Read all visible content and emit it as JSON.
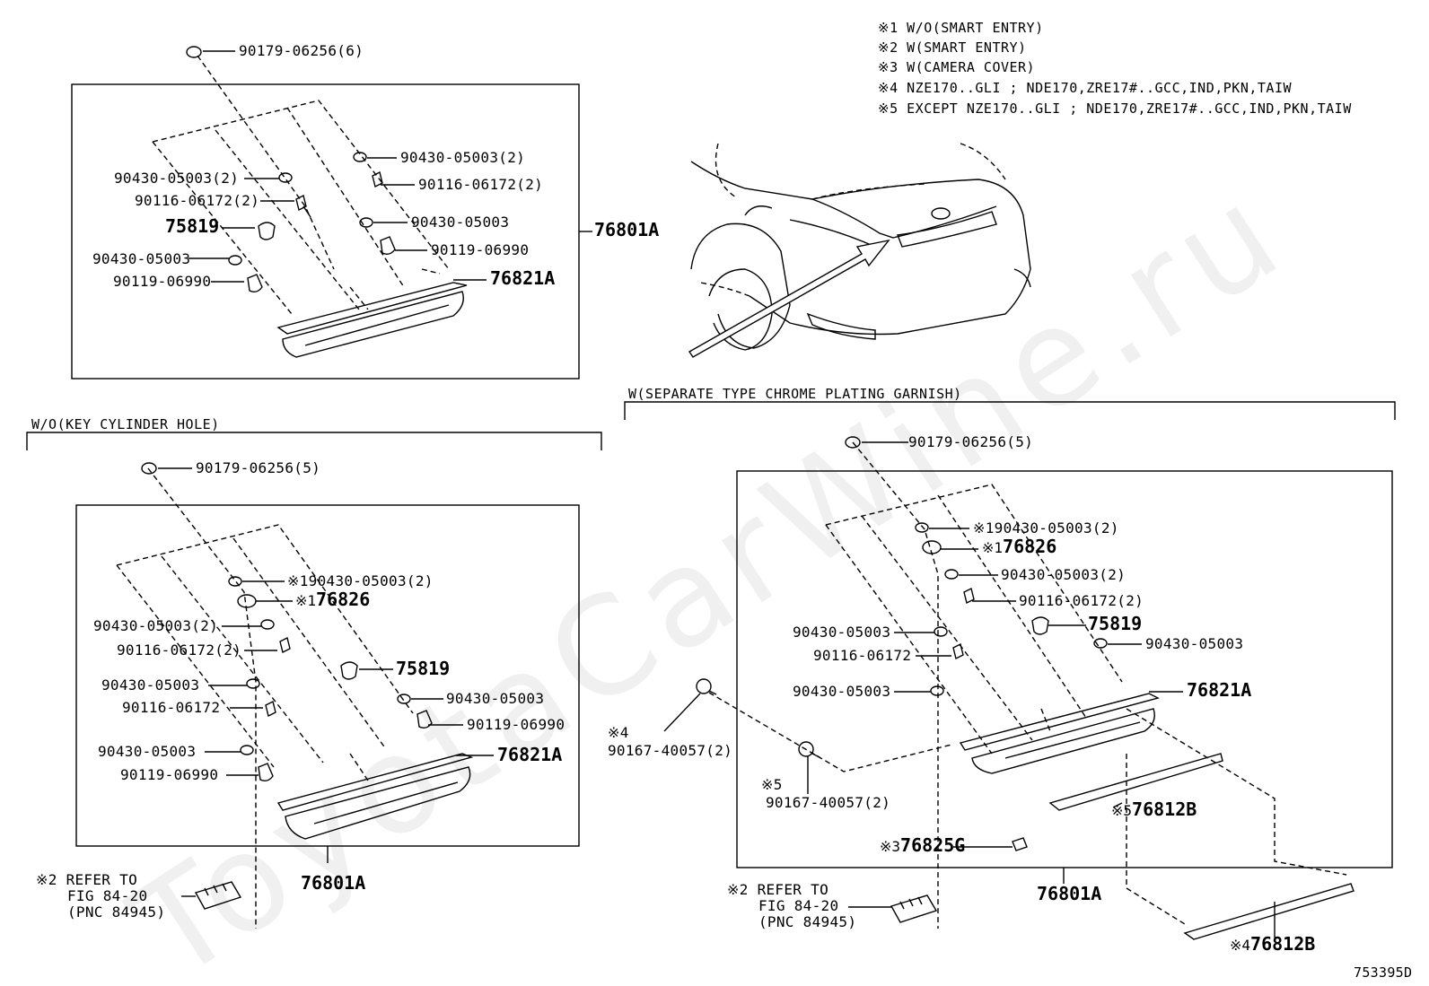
{
  "watermark": "ToyotaCarWine.ru",
  "drawing_id": "753395D",
  "notes": [
    "※1 W/O(SMART ENTRY)",
    "※2 W(SMART ENTRY)",
    "※3 W(CAMERA COVER)",
    "※4  NZE170..GLI ; NDE170,ZRE17#..GCC,IND,PKN,TAIW",
    "※5  EXCEPT NZE170..GLI ; NDE170,ZRE17#..GCC,IND,PKN,TAIW"
  ],
  "sections": {
    "wo_key_cylinder": "W/O(KEY CYLINDER HOLE)",
    "w_separate": "W(SEPARATE TYPE CHROME PLATING GARNISH)"
  },
  "top": {
    "p1": "90179-06256(6)",
    "p2": "90430-05003(2)",
    "p3": "90430-05003(2)",
    "p4": "90116-06172(2)",
    "p5": "90116-06172(2)",
    "p6": "75819",
    "p7": "90430-05003",
    "p8": "90430-05003",
    "p9": "90119-06990",
    "p10": "90119-06990",
    "p11": "76821A",
    "assy": "76801A"
  },
  "left": {
    "p1": "90179-06256(5)",
    "p2_mark": "※1",
    "p2": "90430-05003(2)",
    "p3_mark": "※1",
    "p3": "76826",
    "p4": "90430-05003(2)",
    "p5": "90116-06172(2)",
    "p6": "75819",
    "p7": "90430-05003",
    "p8": "90116-06172",
    "p9": "90430-05003",
    "p10": "90119-06990",
    "p11": "90430-05003",
    "p12": "76821A",
    "p13": "90119-06990",
    "assy": "76801A",
    "refer": [
      "※2 REFER TO",
      "FIG 84-20",
      "(PNC 84945)"
    ]
  },
  "right": {
    "p1": "90179-06256(5)",
    "p2_mark": "※1",
    "p2": "90430-05003(2)",
    "p3_mark": "※1",
    "p3": "76826",
    "p4": "90430-05003(2)",
    "p5": "90116-06172(2)",
    "p6": "90430-05003",
    "p7": "75819",
    "p8": "90116-06172",
    "p9": "90430-05003",
    "p10": "90430-05003",
    "p11": "76821A",
    "m4_mark": "※4",
    "m4": "90167-40057(2)",
    "m5_mark": "※5",
    "m5": "90167-40057(2)",
    "p12_mark": "※5",
    "p12": "76812B",
    "p13_mark": "※3",
    "p13": "76825G",
    "assy": "76801A",
    "p14_mark": "※4",
    "p14": "76812B",
    "refer": [
      "※2 REFER TO",
      "FIG 84-20",
      "(PNC 84945)"
    ]
  }
}
